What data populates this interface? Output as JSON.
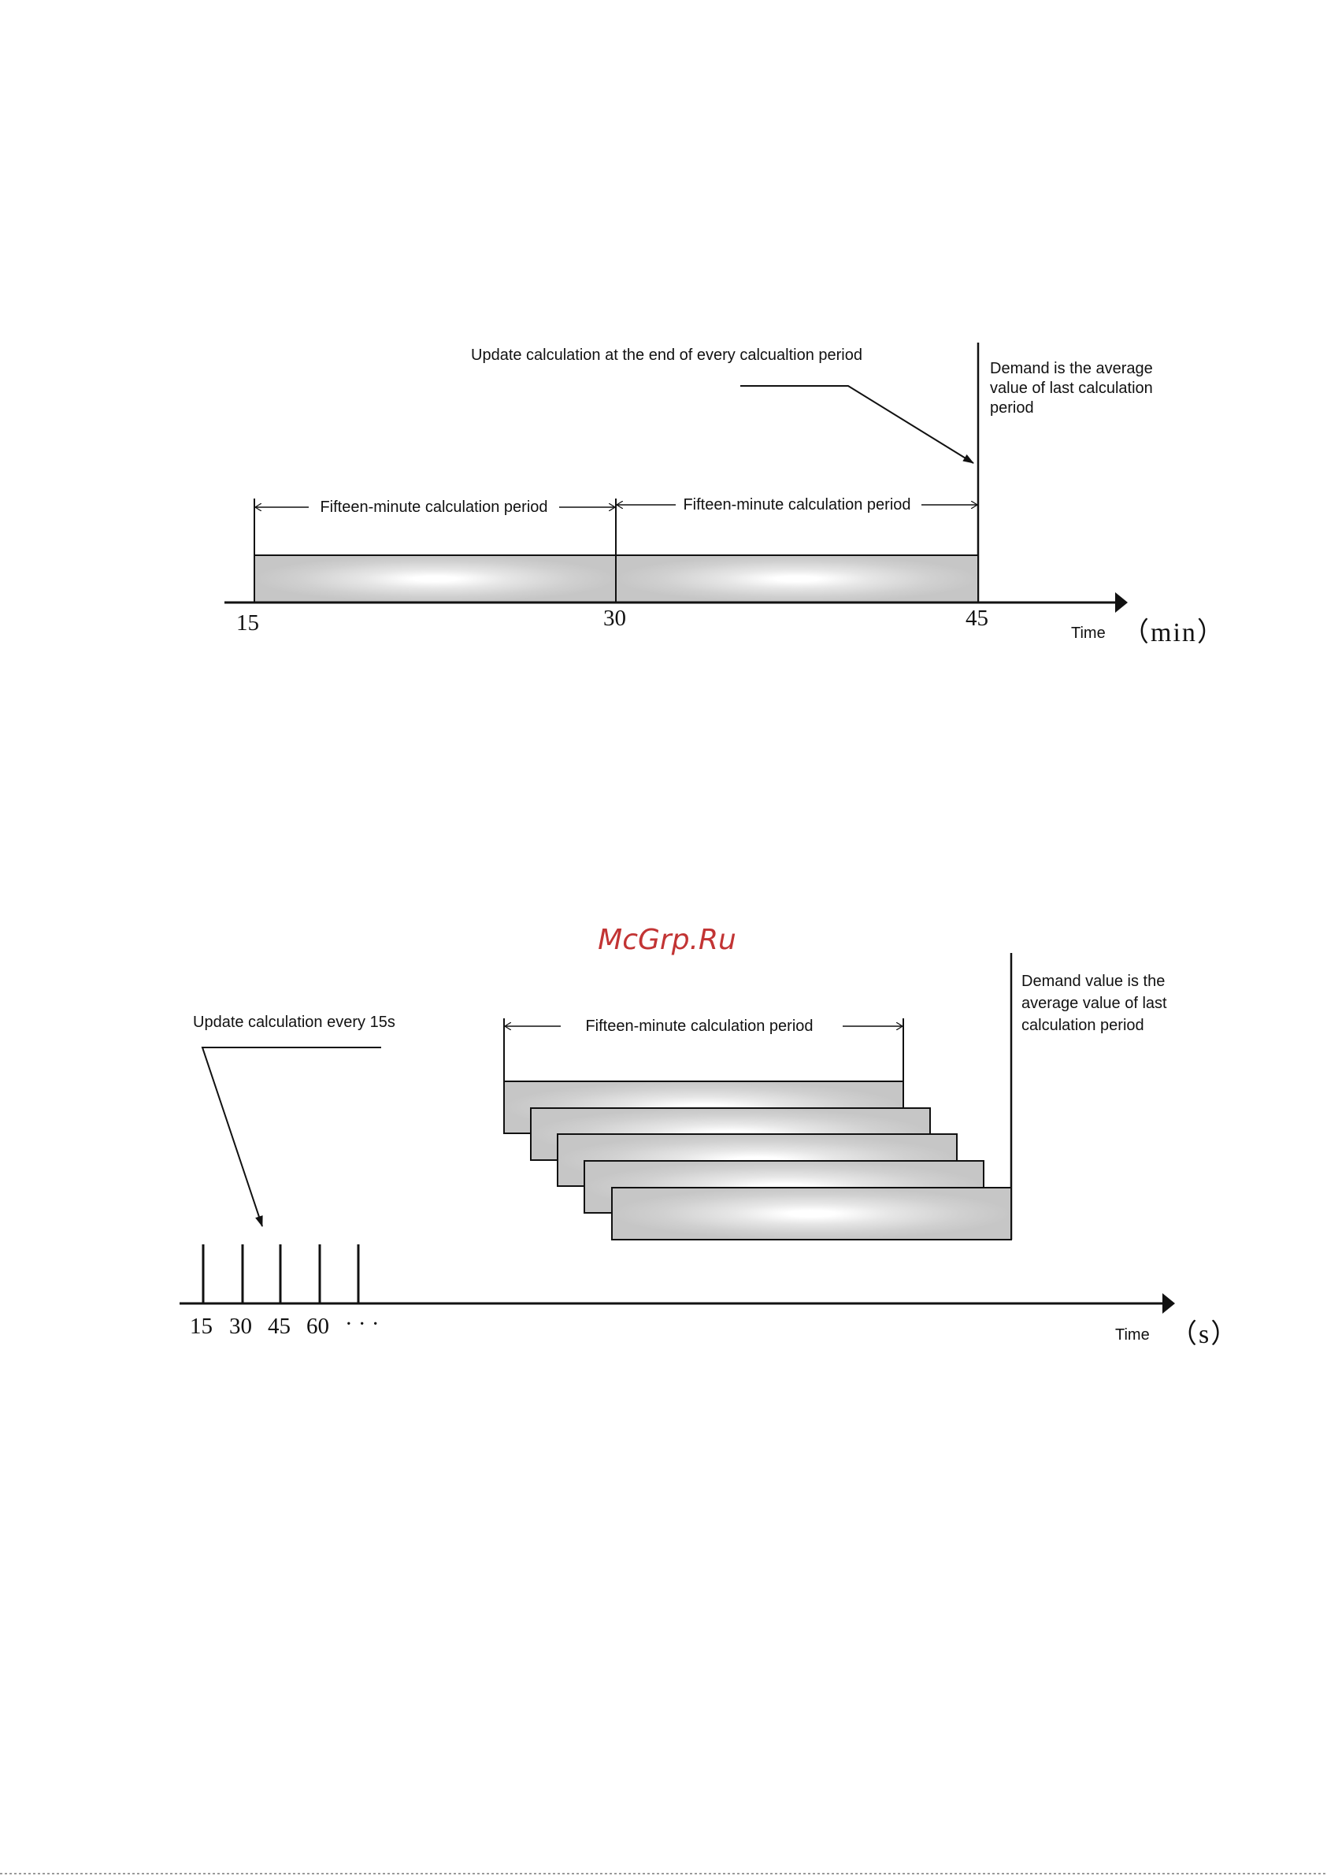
{
  "watermark": "McGrp.Ru",
  "diagram1": {
    "annotation_update": "Update calculation at the end of every calcualtion period",
    "annotation_demand": [
      "Demand is the average",
      "value of last calculation",
      "period"
    ],
    "period_label_1": "Fifteen-minute calculation period",
    "period_label_2": "Fifteen-minute calculation period",
    "ticks": [
      "15",
      "30",
      "45"
    ],
    "axis_label": "Time",
    "axis_unit": "（min）"
  },
  "diagram2": {
    "annotation_update": "Update calculation every 15s",
    "annotation_demand": [
      "Demand value is the",
      "average value of last",
      "calculation period"
    ],
    "period_label": "Fifteen-minute calculation period",
    "ticks": [
      "15",
      "30",
      "45",
      "60"
    ],
    "ellipsis": "· · ·",
    "axis_label": "Time",
    "axis_unit": "（s）"
  },
  "colors": {
    "ink": "#111111",
    "bar_edge": "#c6c6c6",
    "bar_center": "#ffffff",
    "watermark": "#c23434"
  }
}
